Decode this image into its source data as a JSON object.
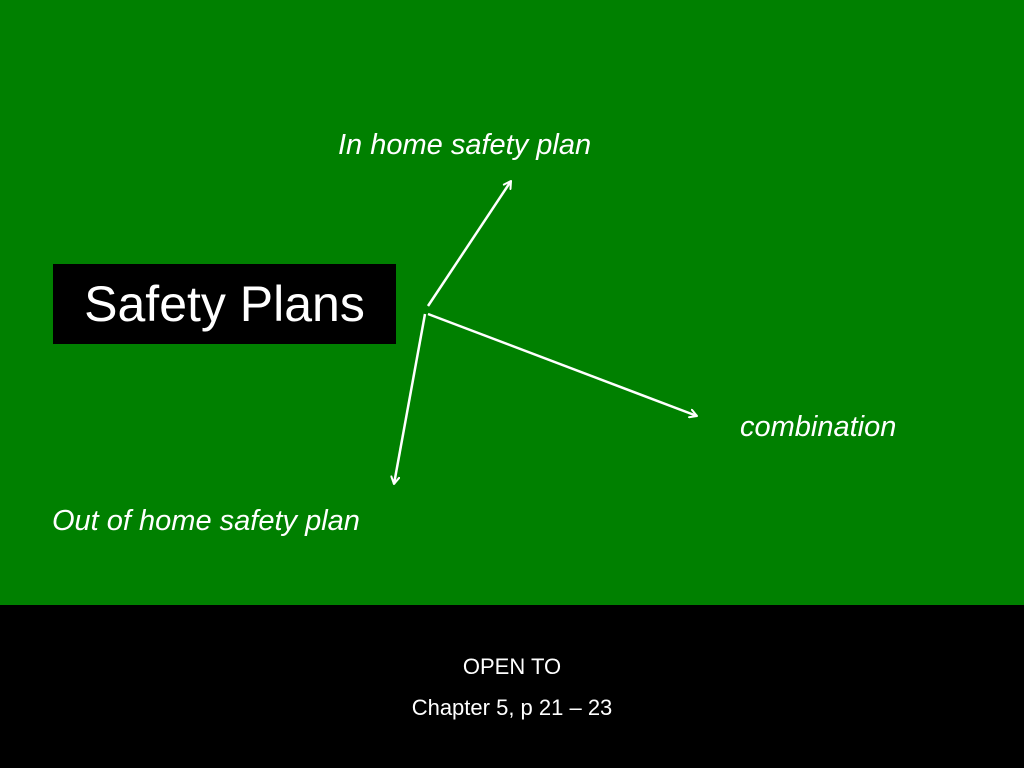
{
  "slide": {
    "title": "Safety Plans",
    "branches": {
      "in_home": "In home safety plan",
      "combination": "combination",
      "out_of_home": "Out of home safety plan"
    },
    "footer": {
      "line1": "OPEN TO",
      "line2": "Chapter 5, p 21 – 23"
    }
  },
  "colors": {
    "content_background": "#008000",
    "footer_background": "#000000",
    "title_box_background": "#000000",
    "text": "#ffffff",
    "arrow": "#ffffff"
  }
}
